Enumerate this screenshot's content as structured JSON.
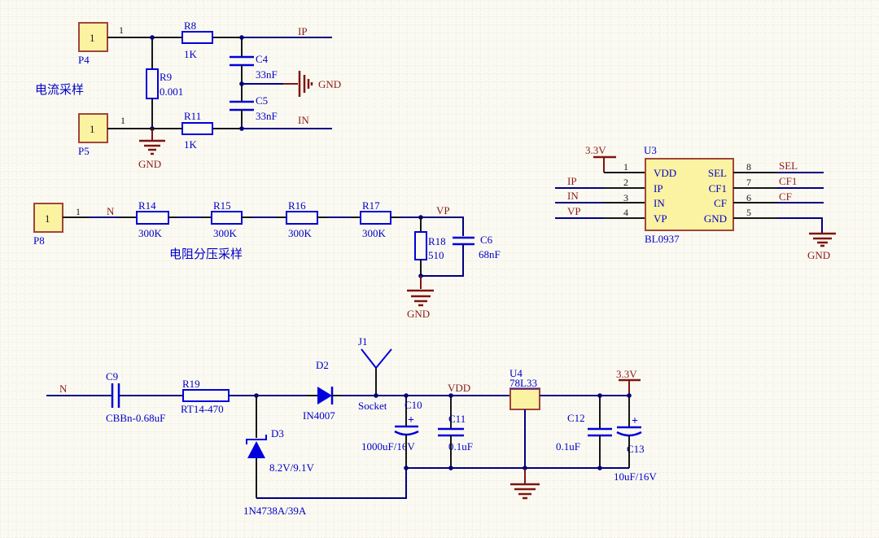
{
  "palette": {
    "background": "#FBFAF2",
    "grid": "#E7E2D3",
    "wire": "#000080",
    "component_blue": "#0000DC",
    "component_text": "#0000C8",
    "net_label_red": "#8B1A1A",
    "power_symbol": "#7E150F",
    "part_fill": "#FBF3A2",
    "part_border": "#A0453A"
  },
  "sections": {
    "current_sampling": {
      "title": "电流采样",
      "p4": {
        "ref": "P4",
        "pin": "1",
        "wire_label": "1"
      },
      "p5": {
        "ref": "P5",
        "pin": "1",
        "wire_label": "1"
      },
      "r8": {
        "ref": "R8",
        "value": "1K"
      },
      "r9": {
        "ref": "R9",
        "value": "0.001"
      },
      "r11": {
        "ref": "R11",
        "value": "1K"
      },
      "c4": {
        "ref": "C4",
        "value": "33nF"
      },
      "c5": {
        "ref": "C5",
        "value": "33nF"
      },
      "net_ip": "IP",
      "net_in": "IN",
      "gnd_bottom": "GND",
      "gnd_right": "GND"
    },
    "voltage_divider": {
      "title": "电阻分压采样",
      "p8": {
        "ref": "P8",
        "pin": "1",
        "wire_label": "1"
      },
      "net_n": "N",
      "r14": {
        "ref": "R14",
        "value": "300K"
      },
      "r15": {
        "ref": "R15",
        "value": "300K"
      },
      "r16": {
        "ref": "R16",
        "value": "300K"
      },
      "r17": {
        "ref": "R17",
        "value": "300K"
      },
      "r18": {
        "ref": "R18",
        "value": "510"
      },
      "c6": {
        "ref": "C6",
        "value": "68nF"
      },
      "net_vp": "VP",
      "gnd": "GND"
    },
    "metering_ic": {
      "u3": {
        "ref": "U3",
        "part": "BL0937"
      },
      "power": "3.3V",
      "pins_left": [
        {
          "num": "1",
          "name": "VDD"
        },
        {
          "num": "2",
          "name": "IP"
        },
        {
          "num": "3",
          "name": "IN"
        },
        {
          "num": "4",
          "name": "VP"
        }
      ],
      "pins_right": [
        {
          "num": "8",
          "name": "SEL"
        },
        {
          "num": "7",
          "name": "CF1"
        },
        {
          "num": "6",
          "name": "CF"
        },
        {
          "num": "5",
          "name": "GND"
        }
      ],
      "net_ip": "IP",
      "net_in": "IN",
      "net_vp": "VP",
      "net_sel": "SEL",
      "net_cf1": "CF1",
      "net_cf": "CF",
      "gnd": "GND"
    },
    "power_supply": {
      "net_n": "N",
      "c9": {
        "ref": "C9",
        "value": "CBBn-0.68uF"
      },
      "r19": {
        "ref": "R19",
        "value": "RT14-470"
      },
      "d2": {
        "ref": "D2",
        "value": "IN4007"
      },
      "d3": {
        "ref": "D3",
        "value": "8.2V/9.1V",
        "part": "1N4738A/39A"
      },
      "j1": {
        "ref": "J1",
        "value": "Socket"
      },
      "c10": {
        "ref": "C10",
        "value": "1000uF/16V",
        "plus": "+"
      },
      "c11": {
        "ref": "C11",
        "value": "0.1uF"
      },
      "net_vdd": "VDD",
      "u4": {
        "ref": "U4",
        "part": "78L33"
      },
      "c12": {
        "ref": "C12",
        "value": "0.1uF"
      },
      "c13": {
        "ref": "C13",
        "value": "10uF/16V",
        "plus": "+"
      },
      "power": "3.3V"
    }
  }
}
